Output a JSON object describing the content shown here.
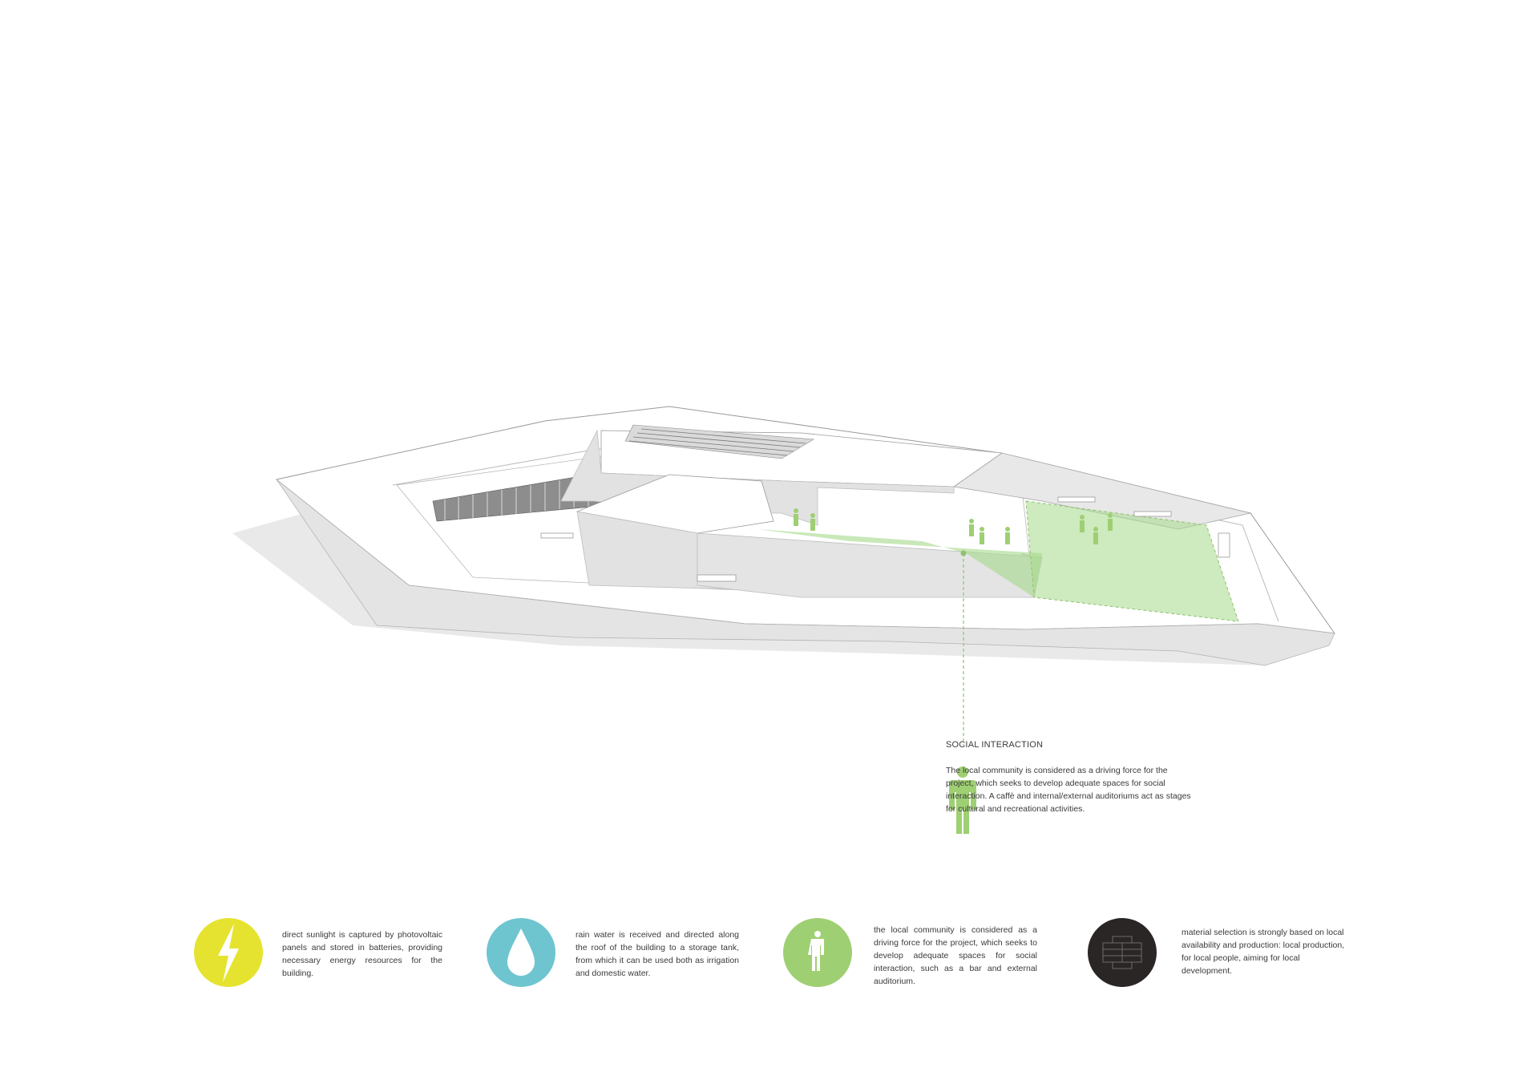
{
  "callout": {
    "title": "SOCIAL INTERACTION",
    "body": "The local community is considered as a driving force for the project, which seeks to develop adequate spaces for social interaction. A caffè and internal/external auditoriums act as stages for cultural and recreational activities."
  },
  "legend": [
    {
      "icon": "lightning-bolt-icon",
      "color": "#e6e330",
      "text": "direct sunlight is captured by photovoltaic panels and stored in batteries, providing necessary energy resources for the building."
    },
    {
      "icon": "water-drop-icon",
      "color": "#6ec5cf",
      "text": "rain water is received and directed along the roof of the building to a storage tank, from which it can be used both as irrigation and domestic water."
    },
    {
      "icon": "person-icon",
      "color": "#9fcf73",
      "text": "the local community is considered as a driving force for the project, which seeks to develop adequate spaces for social interaction, such as a bar and external auditorium."
    },
    {
      "icon": "brick-wall-icon",
      "color": "#2b2626",
      "text": "material selection is strongly based on local availability and production: local production, for local people, aiming for local development."
    }
  ],
  "colors": {
    "accent_green": "#a5d88a",
    "building_grey": "#e6e6e6",
    "shadow_grey": "#e9e9e9"
  }
}
